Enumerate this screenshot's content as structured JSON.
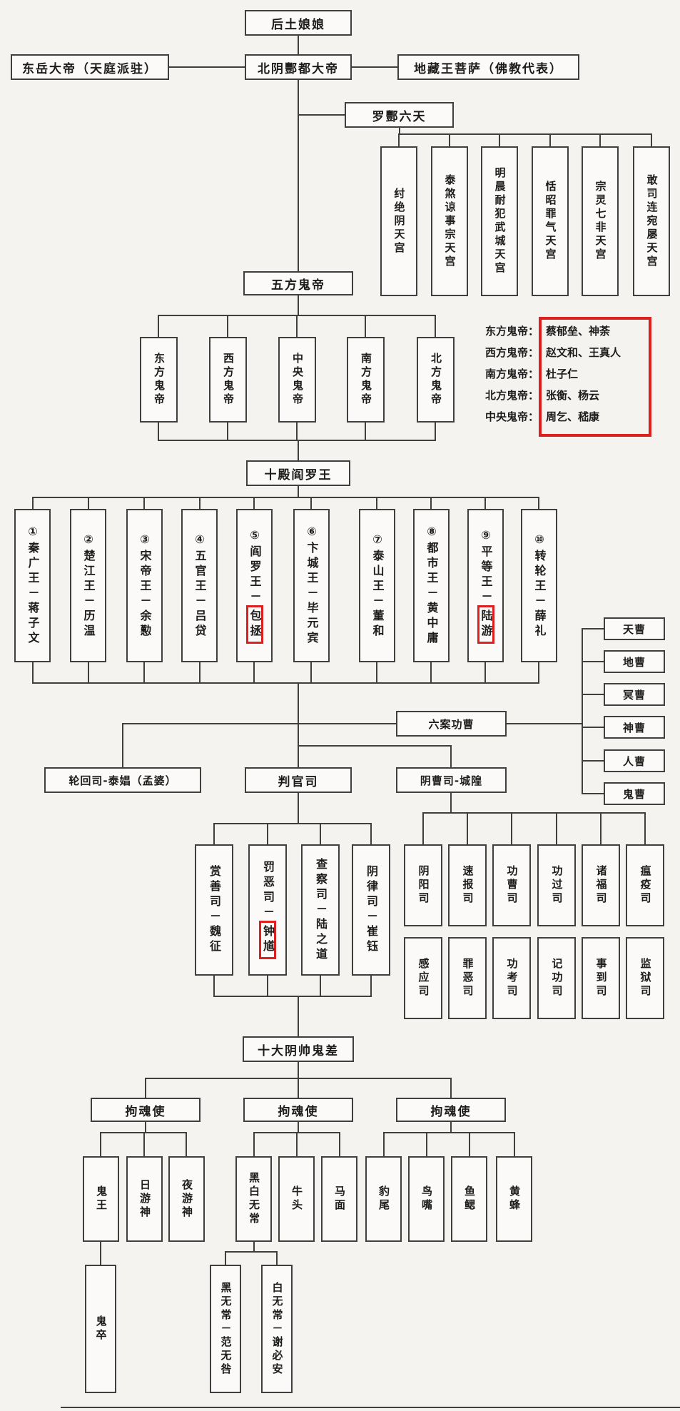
{
  "page": {
    "background": "#f5f3f0",
    "line_color": "#3f3f3f",
    "accent_red": "#dd1f1f"
  },
  "top": {
    "houtu": "后土娘娘",
    "dongyue": "东岳大帝（天庭派驻）",
    "beiyin": "北阴酆都大帝",
    "dizang": "地藏王菩萨（佛教代表）"
  },
  "luofeng": {
    "label": "罗酆六天",
    "palaces": [
      "纣绝阴天宫",
      "泰煞谅事宗天宫",
      "明晨耐犯武城天宫",
      "恬昭罪气天宫",
      "宗灵七非天宫",
      "敢司连宛屡天宫"
    ]
  },
  "wufang": {
    "label": "五方鬼帝",
    "emperors": [
      "东方鬼帝",
      "西方鬼帝",
      "中央鬼帝",
      "南方鬼帝",
      "北方鬼帝"
    ],
    "legend": [
      {
        "label": "东方鬼帝：",
        "names": "蔡郁垒、神荼"
      },
      {
        "label": "西方鬼帝：",
        "names": "赵文和、王真人"
      },
      {
        "label": "南方鬼帝：",
        "names": "杜子仁"
      },
      {
        "label": "北方鬼帝：",
        "names": "张衡、杨云"
      },
      {
        "label": "中央鬼帝：",
        "names": "周乞、嵇康"
      }
    ]
  },
  "shidian": {
    "label": "十殿阎罗王",
    "kings": [
      {
        "pre": "①秦广王－蒋子文",
        "hl": ""
      },
      {
        "pre": "②楚江王－历温",
        "hl": ""
      },
      {
        "pre": "③宋帝王－余懃",
        "hl": ""
      },
      {
        "pre": "④五官王－吕贷",
        "hl": ""
      },
      {
        "pre": "⑤阎罗王－",
        "hl": "包拯"
      },
      {
        "pre": "⑥卞城王－毕元宾",
        "hl": ""
      },
      {
        "pre": "⑦泰山王－董和",
        "hl": ""
      },
      {
        "pre": "⑧都市王－黄中庸",
        "hl": ""
      },
      {
        "pre": "⑨平等王－",
        "hl": "陆游"
      },
      {
        "pre": "⑩转轮王－薛礼",
        "hl": ""
      }
    ]
  },
  "liucao": {
    "label": "六案功曹",
    "departments": [
      "天曹",
      "地曹",
      "冥曹",
      "神曹",
      "人曹",
      "鬼曹"
    ]
  },
  "secretariats": {
    "lunhui": "轮回司-泰娼（孟婆）",
    "panguan": "判官司",
    "yincao": "阴曹司-城隍"
  },
  "judges": [
    {
      "pre": "赏善司－魏征",
      "hl": ""
    },
    {
      "pre": "罚恶司－",
      "hl": "钟馗"
    },
    {
      "pre": "查察司－陆之道",
      "hl": ""
    },
    {
      "pre": "阴律司－崔钰",
      "hl": ""
    }
  ],
  "yincao_offices": {
    "row1": [
      "阴阳司",
      "速报司",
      "功曹司",
      "功过司",
      "诸福司",
      "瘟疫司"
    ],
    "row2": [
      "感应司",
      "罪恶司",
      "功考司",
      "记功司",
      "事到司",
      "监狱司"
    ]
  },
  "yinshuai": {
    "label": "十大阴帅鬼差",
    "escorts": [
      "拘魂使",
      "拘魂使",
      "拘魂使"
    ],
    "group1": [
      "鬼王",
      "日游神",
      "夜游神"
    ],
    "group2": [
      "黑白无常",
      "牛头",
      "马面"
    ],
    "group3": [
      "豹尾",
      "鸟嘴",
      "鱼鳃",
      "黄蜂"
    ]
  },
  "bottom": {
    "guizu": "鬼卒",
    "wuchang": [
      "黑无常－范无咎",
      "白无常－谢必安"
    ]
  }
}
